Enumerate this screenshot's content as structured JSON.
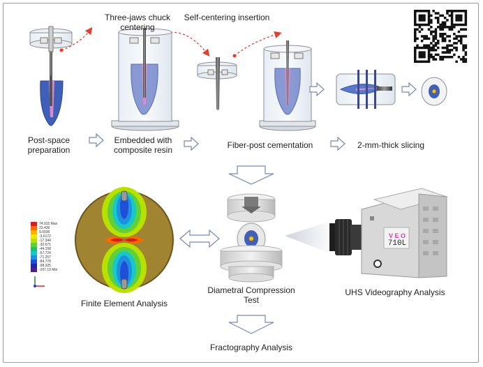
{
  "labels": {
    "three_jaws_line1": "Three-jaws chuck",
    "three_jaws_line2": "centering",
    "self_centering": "Self-centering insertion",
    "post_space_line1": "Post-space",
    "post_space_line2": "preparation",
    "embedded_line1": "Embedded with",
    "embedded_line2": "composite resin",
    "fiber_post": "Fiber-post cementation",
    "slicing": "2-mm-thick slicing",
    "fea": "Finite Element Analysis",
    "dct_line1": "Diametral Compression",
    "dct_line2": "Test",
    "uhs": "UHS Videography Analysis",
    "fractography": "Fractography Analysis"
  },
  "legend": {
    "values": [
      "74.915 Max",
      "23.436",
      "9.0036",
      "-3.6172",
      "-17.344",
      "-30.671",
      "-44.158",
      "-57.724",
      "-71.257",
      "-84.778",
      "-98.325",
      "-207.19 Min"
    ],
    "colors": [
      "#d62020",
      "#ff6a00",
      "#ffb000",
      "#f2e600",
      "#b8e000",
      "#5fd03a",
      "#1fbf70",
      "#18c8c8",
      "#1e90e0",
      "#1f4fd8",
      "#1a2aa0",
      "#4b1f8c"
    ]
  },
  "camera": {
    "brand": "V E O",
    "model": "710L"
  },
  "colors": {
    "tooth_blue": "#3f5fb8",
    "arrow_red": "#e04030",
    "arrow_outline": "#7788aa",
    "fea_olive": "#a08432"
  }
}
